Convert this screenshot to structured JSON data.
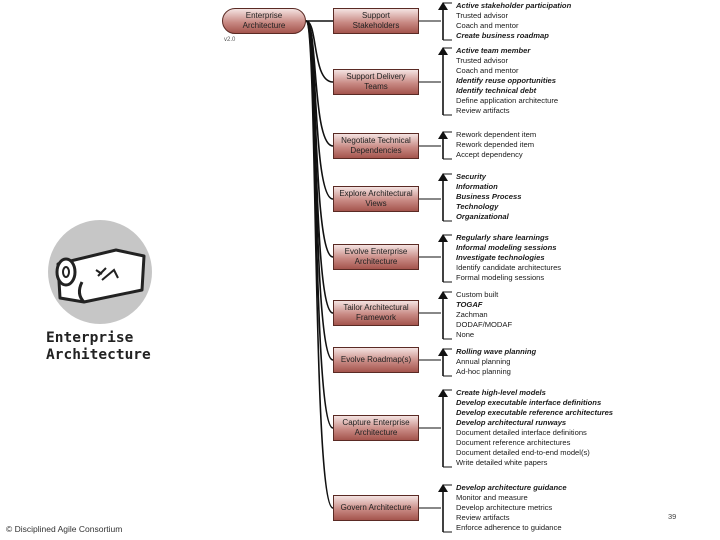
{
  "diagram": {
    "root_label": "Enterprise\nArchitecture",
    "version": "v2.0",
    "goals": [
      {
        "label": "Support\nStakeholders",
        "options": [
          {
            "text": "Active stakeholder participation",
            "bold": true
          },
          {
            "text": "Trusted advisor",
            "bold": false
          },
          {
            "text": "Coach and mentor",
            "bold": false
          },
          {
            "text": "Create business roadmap",
            "bold": true
          }
        ]
      },
      {
        "label": "Support Delivery\nTeams",
        "options": [
          {
            "text": "Active team member",
            "bold": true
          },
          {
            "text": "Trusted advisor",
            "bold": false
          },
          {
            "text": "Coach and mentor",
            "bold": false
          },
          {
            "text": "Identify reuse opportunities",
            "bold": true
          },
          {
            "text": "Identify technical debt",
            "bold": true
          },
          {
            "text": "Define application architecture",
            "bold": false
          },
          {
            "text": "Review artifacts",
            "bold": false
          }
        ]
      },
      {
        "label": "Negotiate Technical\nDependencies",
        "options": [
          {
            "text": "Rework dependent item",
            "bold": false
          },
          {
            "text": "Rework depended item",
            "bold": false
          },
          {
            "text": "Accept dependency",
            "bold": false
          }
        ]
      },
      {
        "label": "Explore Architectural\nViews",
        "options": [
          {
            "text": "Security",
            "bold": true
          },
          {
            "text": "Information",
            "bold": true
          },
          {
            "text": "Business Process",
            "bold": true
          },
          {
            "text": "Technology",
            "bold": true
          },
          {
            "text": "Organizational",
            "bold": true
          }
        ]
      },
      {
        "label": "Evolve Enterprise\nArchitecture",
        "options": [
          {
            "text": "Regularly share learnings",
            "bold": true
          },
          {
            "text": "Informal modeling sessions",
            "bold": true
          },
          {
            "text": "Investigate technologies",
            "bold": true
          },
          {
            "text": "Identify candidate architectures",
            "bold": false
          },
          {
            "text": "Formal modeling sessions",
            "bold": false
          }
        ]
      },
      {
        "label": "Tailor Architectural\nFramework",
        "options": [
          {
            "text": "Custom built",
            "bold": false
          },
          {
            "text": "TOGAF",
            "bold": true
          },
          {
            "text": "Zachman",
            "bold": false
          },
          {
            "text": "DODAF/MODAF",
            "bold": false
          },
          {
            "text": "None",
            "bold": false
          }
        ]
      },
      {
        "label": "Evolve Roadmap(s)",
        "options": [
          {
            "text": "Rolling wave planning",
            "bold": true
          },
          {
            "text": "Annual planning",
            "bold": false
          },
          {
            "text": "Ad-hoc planning",
            "bold": false
          }
        ]
      },
      {
        "label": "Capture Enterprise\nArchitecture",
        "options": [
          {
            "text": "Create high-level models",
            "bold": true
          },
          {
            "text": "Develop executable interface definitions",
            "bold": true
          },
          {
            "text": "Develop executable reference architectures",
            "bold": true
          },
          {
            "text": "Develop architectural runways",
            "bold": true
          },
          {
            "text": "Document detailed interface definitions",
            "bold": false
          },
          {
            "text": "Document reference architectures",
            "bold": false
          },
          {
            "text": "Document detailed end-to-end model(s)",
            "bold": false
          },
          {
            "text": "Write detailed white papers",
            "bold": false
          }
        ]
      },
      {
        "label": "Govern Architecture",
        "options": [
          {
            "text": "Develop architecture guidance",
            "bold": true
          },
          {
            "text": "Monitor and measure",
            "bold": false
          },
          {
            "text": "Develop architecture metrics",
            "bold": false
          },
          {
            "text": "Review artifacts",
            "bold": false
          },
          {
            "text": "Enforce adherence to guidance",
            "bold": false
          }
        ]
      }
    ]
  },
  "logo": {
    "text": "Enterprise\nArchitecture",
    "icon": "blueprint-scroll-icon"
  },
  "footer": {
    "copyright": "© Disciplined Agile Consortium",
    "page_number": "39"
  }
}
